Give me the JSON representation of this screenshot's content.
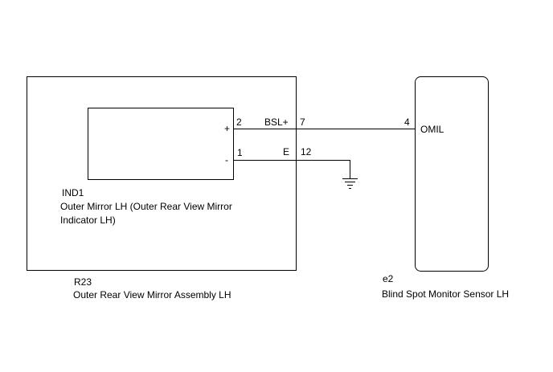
{
  "assembly": {
    "code": "R23",
    "name": "Outer Rear View Mirror Assembly LH"
  },
  "indicator": {
    "code": "IND1",
    "name_line1": "Outer Mirror LH (Outer Rear View Mirror",
    "name_line2": "Indicator LH)",
    "plus_sign": "+",
    "minus_sign": "-"
  },
  "wires": {
    "signal": {
      "inner_pin": "2",
      "label": "BSL+",
      "connector_pin": "7",
      "sensor_pin": "4"
    },
    "ground": {
      "inner_pin": "1",
      "label": "E",
      "connector_pin": "12"
    }
  },
  "sensor": {
    "code": "e2",
    "name": "Blind Spot Monitor Sensor LH",
    "terminal": "OMIL"
  },
  "colors": {
    "line": "#000000",
    "background": "#ffffff"
  }
}
